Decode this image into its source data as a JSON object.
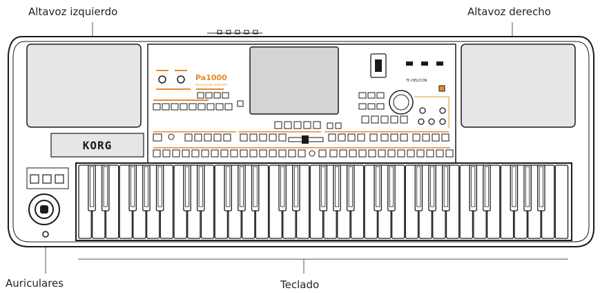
{
  "labels": {
    "left_speaker": "Altavoz izquierdo",
    "right_speaker": "Altavoz derecho",
    "headphones": "Auriculares",
    "keyboard": "Teclado"
  },
  "instrument": {
    "brand": "KORG",
    "model": "Pa1000",
    "model_subtitle": "PROFESSIONAL ARRANGER",
    "third_party_logo": "TC-HELICON"
  },
  "colors": {
    "accent": "#e8892b",
    "body": "#ffffff",
    "outline": "#1a1a1a",
    "speaker": "#e6e6e6",
    "screen": "#d4d4d4"
  }
}
